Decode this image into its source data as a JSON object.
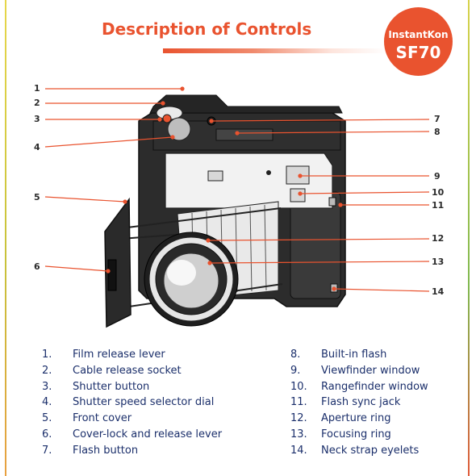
{
  "header": {
    "title": "Description of Controls",
    "badge_line1": "InstantKon",
    "badge_line2": "SF70"
  },
  "colors": {
    "accent": "#e9532f",
    "legend_text": "#1b2f6b",
    "camera_body": "#2a2a2a"
  },
  "callouts": [
    "1",
    "2",
    "3",
    "4",
    "5",
    "6",
    "7",
    "8",
    "9",
    "10",
    "11",
    "12",
    "13",
    "14"
  ],
  "legend": [
    {
      "num": "1.",
      "label": "Film release lever"
    },
    {
      "num": "2.",
      "label": "Cable release socket"
    },
    {
      "num": "3.",
      "label": "Shutter button"
    },
    {
      "num": "4.",
      "label": "Shutter speed selector dial"
    },
    {
      "num": "5.",
      "label": "Front cover"
    },
    {
      "num": "6.",
      "label": "Cover-lock and release lever"
    },
    {
      "num": "7.",
      "label": "Flash button"
    },
    {
      "num": "8.",
      "label": "Built-in flash"
    },
    {
      "num": "9.",
      "label": "Viewfinder window"
    },
    {
      "num": "10.",
      "label": "Rangefinder window"
    },
    {
      "num": "11.",
      "label": "Flash sync jack"
    },
    {
      "num": "12.",
      "label": "Aperture ring"
    },
    {
      "num": "13.",
      "label": "Focusing ring"
    },
    {
      "num": "14.",
      "label": "Neck strap eyelets"
    }
  ]
}
